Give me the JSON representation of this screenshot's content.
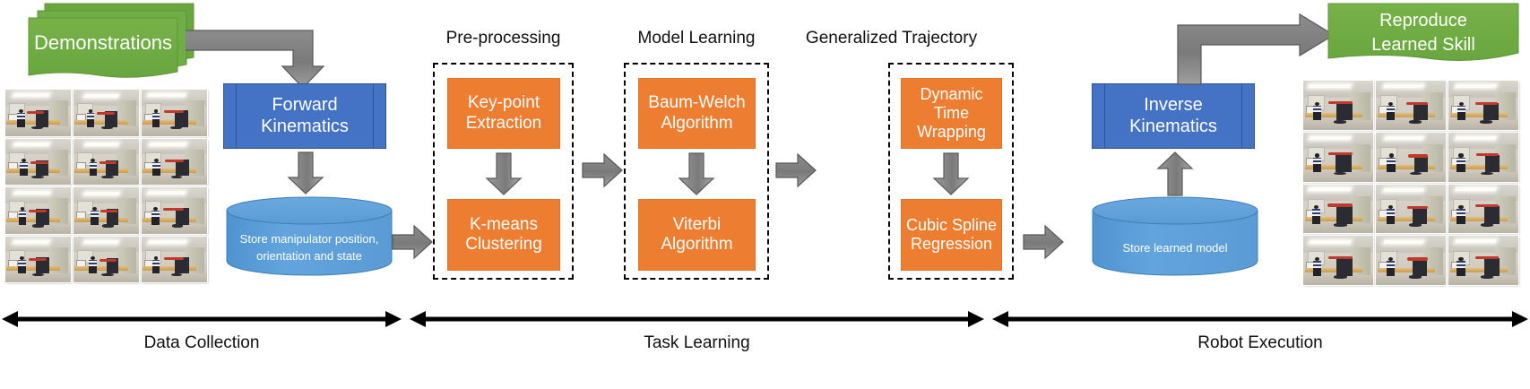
{
  "palette": {
    "green": "#70ad47",
    "green_dark": "#5d9639",
    "blue": "#4472c4",
    "blue_dark": "#2f5597",
    "orange": "#ed7d31",
    "cylinder": "#5b9bd5",
    "cylinder_top": "#6aa9de",
    "arrow_grey": "#808080",
    "arrow_grey_dark": "#636363",
    "dash_black": "#000000",
    "text_white": "#ffffff",
    "text_black": "#111111"
  },
  "inputs": {
    "demonstrations_label": "Demonstrations",
    "reproduce_label": "Reproduce\nLearned Skill",
    "reproduce_line1": "Reproduce",
    "reproduce_line2": "Learned Skill"
  },
  "processes": {
    "forward_kinematics_line1": "Forward",
    "forward_kinematics_line2": "Kinematics",
    "inverse_kinematics_line1": "Inverse",
    "inverse_kinematics_line2": "Kinematics"
  },
  "stores": {
    "manipulator_line1": "Store manipulator position,",
    "manipulator_line2": "orientation and state",
    "learned_model": "Store  learned model"
  },
  "stages": [
    {
      "title": "Pre-processing",
      "boxes": [
        {
          "line1": "Key-point",
          "line2": "Extraction"
        },
        {
          "line1": "K-means",
          "line2": "Clustering"
        }
      ]
    },
    {
      "title": "Model Learning",
      "boxes": [
        {
          "line1": "Baum-Welch",
          "line2": "Algorithm"
        },
        {
          "line1": "Viterbi",
          "line2": "Algorithm"
        }
      ]
    },
    {
      "title": "Generalized Trajectory",
      "boxes": [
        {
          "line1": "Dynamic",
          "line2": "Time",
          "line3": "Wrapping"
        },
        {
          "line1": "Cubic Spline",
          "line2": "Regression"
        }
      ]
    }
  ],
  "phases": [
    {
      "label": "Data Collection"
    },
    {
      "label": "Task Learning"
    },
    {
      "label": "Robot Execution"
    }
  ],
  "photo_grids": {
    "left_caption": "demonstration photo grid",
    "right_caption": "robot execution photo grid",
    "rows": 4,
    "cols": 3
  },
  "icons": {
    "flow_arrow": "block-arrow-right-icon",
    "down_arrow": "block-arrow-down-icon",
    "up_arrow": "block-arrow-up-icon",
    "elbow_arrow": "elbow-arrow-icon",
    "span_arrow": "double-headed-arrow-icon"
  }
}
